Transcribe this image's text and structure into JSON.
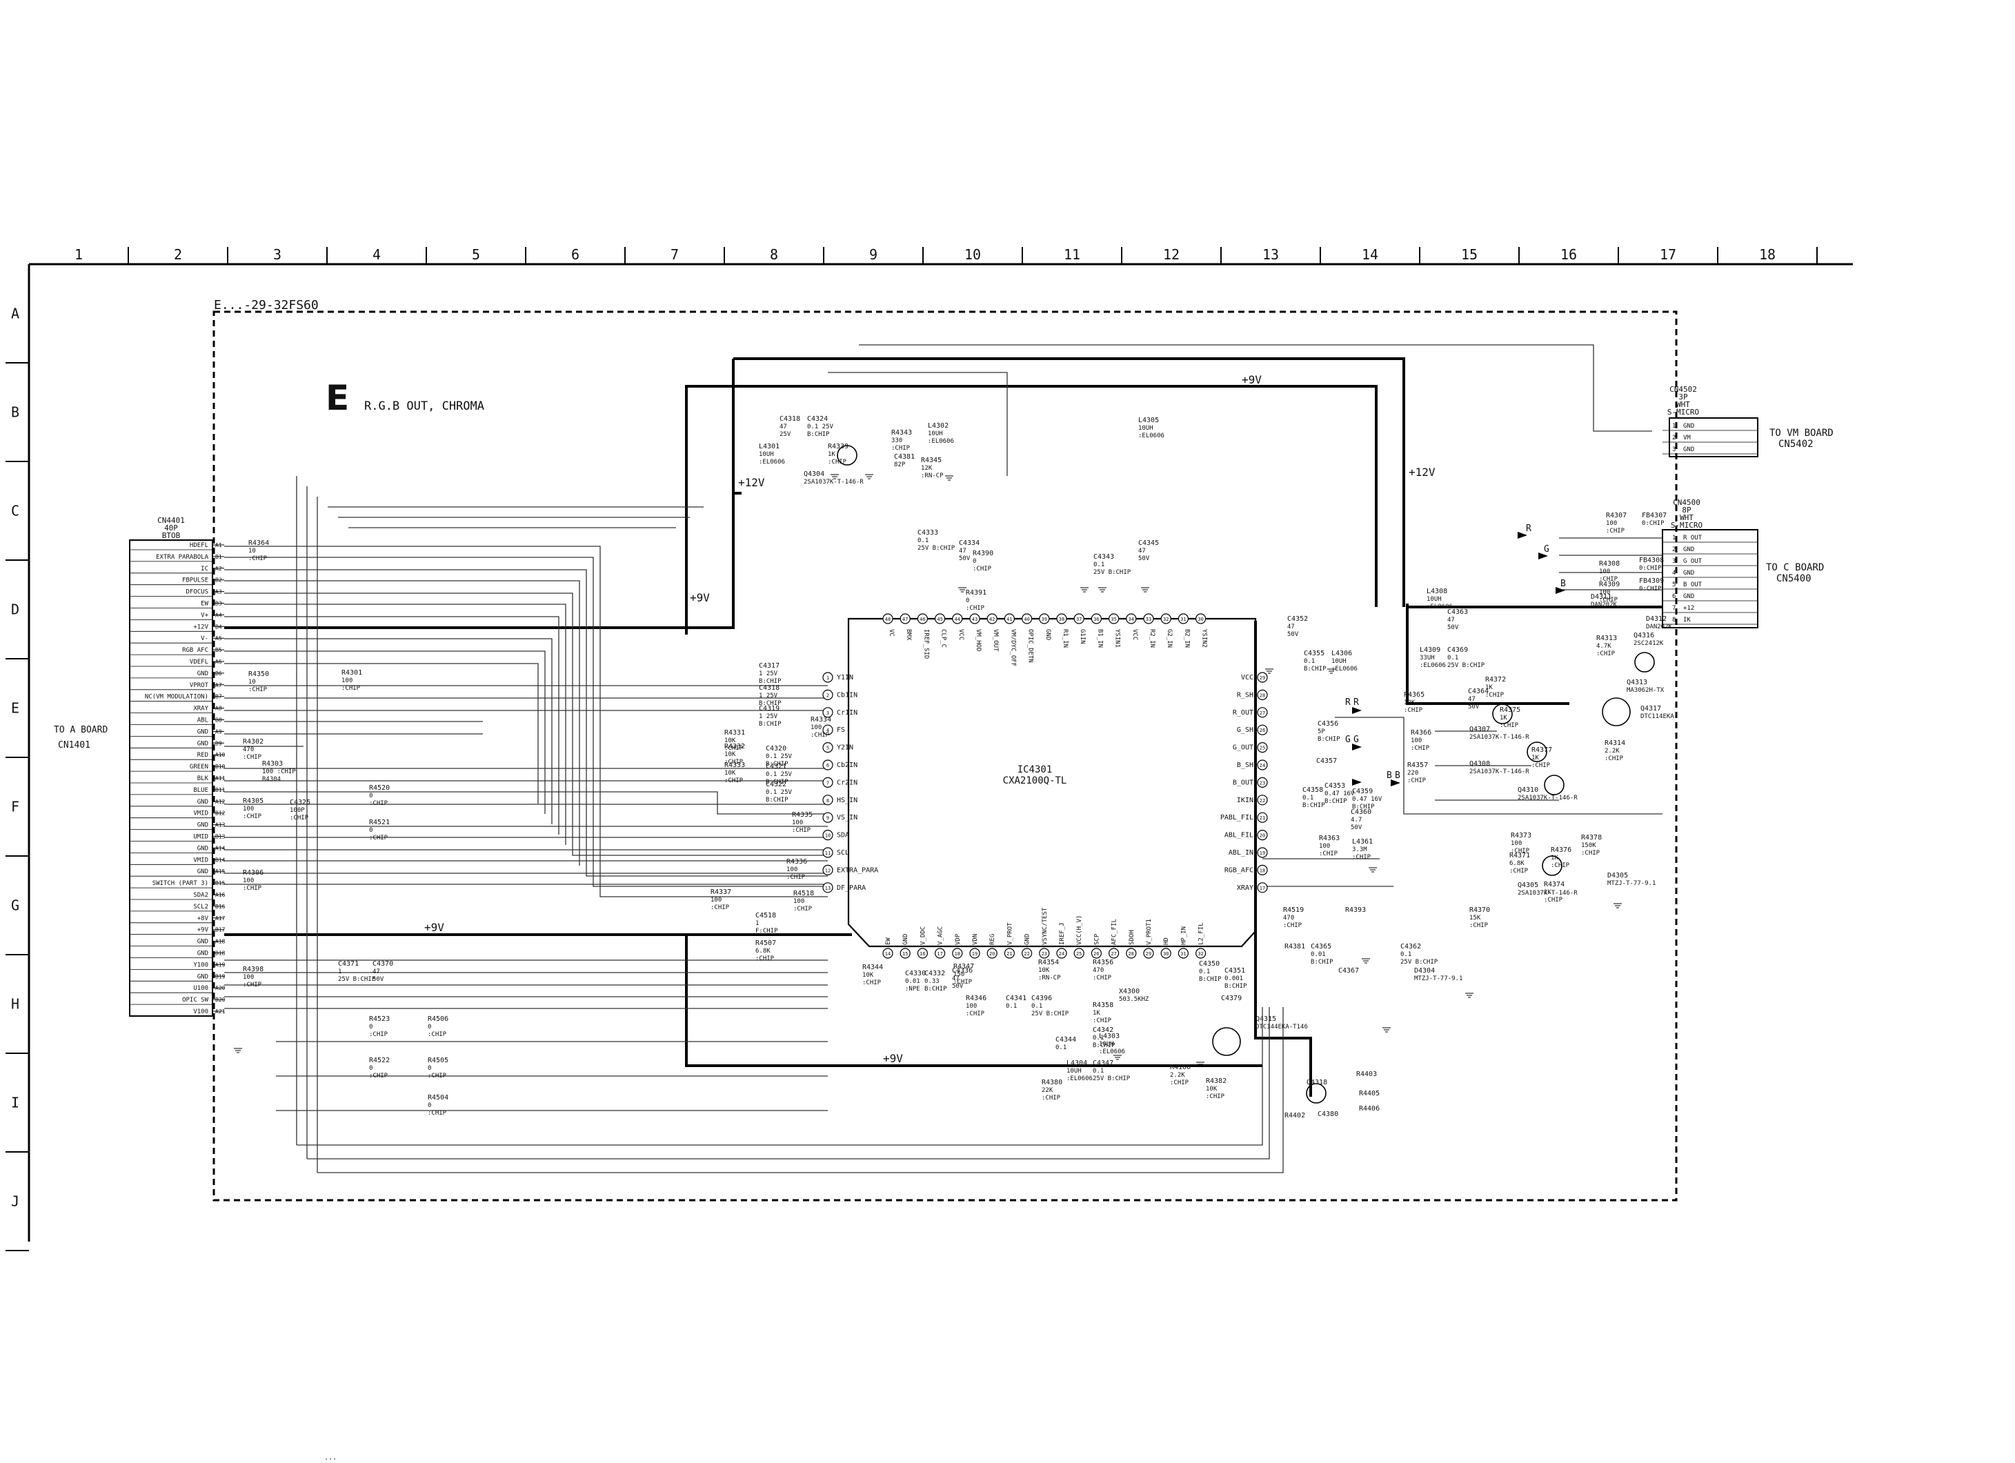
{
  "grid": {
    "columns": [
      "1",
      "2",
      "3",
      "4",
      "5",
      "6",
      "7",
      "8",
      "9",
      "10",
      "11",
      "12",
      "13",
      "14",
      "15",
      "16",
      "17",
      "18"
    ],
    "rows": [
      "A",
      "B",
      "C",
      "D",
      "E",
      "F",
      "G",
      "H",
      "I",
      "J"
    ]
  },
  "model_label": "E...-29-32FS60",
  "section": {
    "letter": "E",
    "title": "R.G.B OUT, CHROMA"
  },
  "connectors": {
    "cn4401": {
      "ref": "CN4401",
      "spec": "40P",
      "type": "BTOB",
      "pins": [
        {
          "pin": "A1",
          "signal": "HDEFL"
        },
        {
          "pin": "B1",
          "signal": "EXTRA PARABOLA"
        },
        {
          "pin": "A2",
          "signal": "IC"
        },
        {
          "pin": "B2",
          "signal": "FBPULSE"
        },
        {
          "pin": "A3",
          "signal": "DFOCUS"
        },
        {
          "pin": "B3",
          "signal": "EW"
        },
        {
          "pin": "A4",
          "signal": "V+"
        },
        {
          "pin": "B4",
          "signal": "+12V"
        },
        {
          "pin": "A5",
          "signal": "V-"
        },
        {
          "pin": "B5",
          "signal": "RGB AFC"
        },
        {
          "pin": "A6",
          "signal": "VDEFL"
        },
        {
          "pin": "B6",
          "signal": "GND"
        },
        {
          "pin": "A7",
          "signal": "VPROT"
        },
        {
          "pin": "B7",
          "signal": "NC(VM MODULATION)"
        },
        {
          "pin": "A8",
          "signal": "XRAY"
        },
        {
          "pin": "B8",
          "signal": "ABL"
        },
        {
          "pin": "A9",
          "signal": "GND"
        },
        {
          "pin": "B9",
          "signal": "GND"
        },
        {
          "pin": "A10",
          "signal": "RED"
        },
        {
          "pin": "B10",
          "signal": "GREEN"
        },
        {
          "pin": "A11",
          "signal": "BLK"
        },
        {
          "pin": "B11",
          "signal": "BLUE"
        },
        {
          "pin": "A12",
          "signal": "GND"
        },
        {
          "pin": "B12",
          "signal": "VMID"
        },
        {
          "pin": "A13",
          "signal": "GND"
        },
        {
          "pin": "B13",
          "signal": "UMID"
        },
        {
          "pin": "A14",
          "signal": "GND"
        },
        {
          "pin": "B14",
          "signal": "VMID"
        },
        {
          "pin": "A15",
          "signal": "GND"
        },
        {
          "pin": "B15",
          "signal": "SWITCH (PART 3)"
        },
        {
          "pin": "A16",
          "signal": "SDA2"
        },
        {
          "pin": "B16",
          "signal": "SCL2"
        },
        {
          "pin": "A17",
          "signal": "+8V"
        },
        {
          "pin": "B17",
          "signal": "+9V"
        },
        {
          "pin": "A18",
          "signal": "GND"
        },
        {
          "pin": "B18",
          "signal": "GND"
        },
        {
          "pin": "A19",
          "signal": "Y100"
        },
        {
          "pin": "B19",
          "signal": "GND"
        },
        {
          "pin": "A20",
          "signal": "U100"
        },
        {
          "pin": "B20",
          "signal": "OPIC SW"
        },
        {
          "pin": "A21",
          "signal": "V100"
        }
      ],
      "to_label_1": "TO A BOARD",
      "to_label_2": "CN1401"
    },
    "cn4502": {
      "ref": "CN4502",
      "spec": "3P",
      "color": "WHT",
      "type": "S-MICRO",
      "pins": [
        {
          "pin": "1",
          "signal": "GND"
        },
        {
          "pin": "2",
          "signal": "VM"
        },
        {
          "pin": "3",
          "signal": "GND"
        }
      ],
      "to_label_1": "TO VM BOARD",
      "to_label_2": "CN5402"
    },
    "cn4500": {
      "ref": "CN4500",
      "spec": "8P",
      "color": "WHT",
      "type": "S-MICRO",
      "pins": [
        {
          "pin": "1",
          "signal": "R OUT"
        },
        {
          "pin": "2",
          "signal": "GND"
        },
        {
          "pin": "3",
          "signal": "G OUT"
        },
        {
          "pin": "4",
          "signal": "GND"
        },
        {
          "pin": "5",
          "signal": "B OUT"
        },
        {
          "pin": "6",
          "signal": "GND"
        },
        {
          "pin": "7",
          "signal": "+12"
        },
        {
          "pin": "8",
          "signal": "IK"
        }
      ],
      "to_label_1": "TO C BOARD",
      "to_label_2": "CN5400"
    }
  },
  "ic": {
    "ref": "IC4301",
    "part": "CXA2100Q-TL",
    "top_pins": [
      {
        "n": "48",
        "name": "VC"
      },
      {
        "n": "47",
        "name": "BMX"
      },
      {
        "n": "46",
        "name": "IREF_SID"
      },
      {
        "n": "45",
        "name": "CLP_C"
      },
      {
        "n": "44",
        "name": "VCC"
      },
      {
        "n": "43",
        "name": "VM_HOD"
      },
      {
        "n": "42",
        "name": "VM_OUT"
      },
      {
        "n": "41",
        "name": "VM/DYC_OFF"
      },
      {
        "n": "40",
        "name": "OPIC_DETN"
      },
      {
        "n": "39",
        "name": "GND"
      },
      {
        "n": "38",
        "name": "R1_IN"
      },
      {
        "n": "37",
        "name": "G1IN"
      },
      {
        "n": "36",
        "name": "B1_IN"
      },
      {
        "n": "35",
        "name": "YSIN1"
      },
      {
        "n": "34",
        "name": "VCC"
      },
      {
        "n": "33",
        "name": "R2_IN"
      },
      {
        "n": "32",
        "name": "G2_IN"
      },
      {
        "n": "31",
        "name": "B2_IN"
      },
      {
        "n": "30",
        "name": "YSIN2"
      }
    ],
    "left_pins": [
      {
        "n": "1",
        "name": "Y1IN"
      },
      {
        "n": "2",
        "name": "Cb1IN"
      },
      {
        "n": "3",
        "name": "Cr1IN"
      },
      {
        "n": "4",
        "name": "FS"
      },
      {
        "n": "5",
        "name": "Y2IN"
      },
      {
        "n": "6",
        "name": "Cb2IN"
      },
      {
        "n": "7",
        "name": "Cr2IN"
      },
      {
        "n": "8",
        "name": "HS_IN"
      },
      {
        "n": "9",
        "name": "VS_IN"
      },
      {
        "n": "10",
        "name": "SDA"
      },
      {
        "n": "11",
        "name": "SCL"
      },
      {
        "n": "12",
        "name": "EXTRA_PARA"
      },
      {
        "n": "13",
        "name": "DF_PARA"
      }
    ],
    "right_pins": [
      {
        "n": "29",
        "name": "VCC"
      },
      {
        "n": "28",
        "name": "R_SH"
      },
      {
        "n": "27",
        "name": "R_OUT"
      },
      {
        "n": "26",
        "name": "G_SH"
      },
      {
        "n": "25",
        "name": "G_OUT"
      },
      {
        "n": "24",
        "name": "B_SH"
      },
      {
        "n": "23",
        "name": "B_OUT"
      },
      {
        "n": "22",
        "name": "IKIN"
      },
      {
        "n": "21",
        "name": "PABL_FIL"
      },
      {
        "n": "20",
        "name": "ABL_FIL"
      },
      {
        "n": "19",
        "name": "ABL_IN"
      },
      {
        "n": "18",
        "name": "RGB_AFC"
      },
      {
        "n": "17",
        "name": "XRAY"
      }
    ],
    "bottom_pins": [
      {
        "n": "14",
        "name": "EW"
      },
      {
        "n": "15",
        "name": "GND"
      },
      {
        "n": "16",
        "name": "V_DDC"
      },
      {
        "n": "17",
        "name": "V_AGC"
      },
      {
        "n": "18",
        "name": "VDP"
      },
      {
        "n": "19",
        "name": "VDN"
      },
      {
        "n": "20",
        "name": "REG"
      },
      {
        "n": "21",
        "name": "V_PROT"
      },
      {
        "n": "22",
        "name": "GND"
      },
      {
        "n": "23",
        "name": "VSYNC/TEST"
      },
      {
        "n": "24",
        "name": "IREF_J"
      },
      {
        "n": "25",
        "name": "VCC(H_V)"
      },
      {
        "n": "26",
        "name": "SCP"
      },
      {
        "n": "27",
        "name": "AFC_FIL"
      },
      {
        "n": "28",
        "name": "SDOH"
      },
      {
        "n": "29",
        "name": "V_PROT1"
      },
      {
        "n": "30",
        "name": "HD"
      },
      {
        "n": "31",
        "name": "HP_IN"
      },
      {
        "n": "32",
        "name": "L2_FIL"
      }
    ]
  },
  "rails": [
    {
      "id": "rail-9v-top",
      "label": "+9V"
    },
    {
      "id": "rail-12v-left",
      "label": "+12V"
    },
    {
      "id": "rail-12v-right",
      "label": "+12V"
    },
    {
      "id": "rail-9v-left",
      "label": "+9V"
    },
    {
      "id": "rail-9v-mid",
      "label": "+9V"
    },
    {
      "id": "rail-9v-bottom",
      "label": "+9V"
    }
  ],
  "components": [
    {
      "ref": "R4364",
      "v1": "10",
      "v2": ":CHIP"
    },
    {
      "ref": "R4350",
      "v1": "10",
      "v2": ":CHIP"
    },
    {
      "ref": "R4301",
      "v1": "100",
      "v2": ":CHIP"
    },
    {
      "ref": "R4302",
      "v1": "470",
      "v2": ":CHIP"
    },
    {
      "ref": "R4303",
      "v1": "100 :CHIP",
      "v2": "R4304"
    },
    {
      "ref": "R4305",
      "v1": "100",
      "v2": ":CHIP"
    },
    {
      "ref": "C4325",
      "v1": "100P",
      "v2": ":CHIP"
    },
    {
      "ref": "R4520",
      "v1": "0",
      "v2": ":CHIP"
    },
    {
      "ref": "R4521",
      "v1": "0",
      "v2": ":CHIP"
    },
    {
      "ref": "R4306",
      "v1": "100",
      "v2": ":CHIP"
    },
    {
      "ref": "R4398",
      "v1": "100",
      "v2": ":CHIP"
    },
    {
      "ref": "C4371",
      "v1": "1",
      "v2": "25V B:CHIP"
    },
    {
      "ref": "C4370",
      "v1": "47",
      "v2": "50V"
    },
    {
      "ref": "R4523",
      "v1": "0",
      "v2": ":CHIP"
    },
    {
      "ref": "R4522",
      "v1": "0",
      "v2": ":CHIP"
    },
    {
      "ref": "R4506",
      "v1": "0",
      "v2": ":CHIP"
    },
    {
      "ref": "R4505",
      "v1": "0",
      "v2": ":CHIP"
    },
    {
      "ref": "R4504",
      "v1": "0",
      "v2": ":CHIP"
    },
    {
      "ref": "C4318",
      "v1": "47",
      "v2": "25V"
    },
    {
      "ref": "C4324",
      "v1": "0.1 25V",
      "v2": "B:CHIP"
    },
    {
      "ref": "L4301",
      "v1": "10UH",
      "v2": ":EL0606"
    },
    {
      "ref": "R4339",
      "v1": "1K",
      "v2": ":CHIP"
    },
    {
      "ref": "R4343",
      "v1": "330",
      "v2": ":CHIP"
    },
    {
      "ref": "C4381",
      "v1": "82P",
      "v2": ""
    },
    {
      "ref": "R4345",
      "v1": "12K",
      "v2": ":RN-CP"
    },
    {
      "ref": "L4302",
      "v1": "10UH",
      "v2": ":EL0606"
    },
    {
      "ref": "Q4304",
      "v1": "2SA1037K-T-146-R",
      "v2": ""
    },
    {
      "ref": "L4305",
      "v1": "10UH",
      "v2": ":EL0606"
    },
    {
      "ref": "C4333",
      "v1": "0.1",
      "v2": "25V B:CHIP"
    },
    {
      "ref": "C4334",
      "v1": "47",
      "v2": "50V"
    },
    {
      "ref": "C4345",
      "v1": "47",
      "v2": "50V"
    },
    {
      "ref": "C4343",
      "v1": "0.1",
      "v2": "25V B:CHIP"
    },
    {
      "ref": "R4390",
      "v1": "0",
      "v2": ":CHIP"
    },
    {
      "ref": "R4391",
      "v1": "0",
      "v2": ":CHIP"
    },
    {
      "ref": "C4317",
      "v1": "1 25V",
      "v2": "B:CHIP"
    },
    {
      "ref": "C4318",
      "v1": "1 25V",
      "v2": "B:CHIP"
    },
    {
      "ref": "C4319",
      "v1": "1 25V",
      "v2": "B:CHIP"
    },
    {
      "ref": "R4334",
      "v1": "100",
      "v2": ":CHIP"
    },
    {
      "ref": "R4331",
      "v1": "10K",
      "v2": ":CHIP"
    },
    {
      "ref": "R4332",
      "v1": "10K",
      "v2": ":CHIP"
    },
    {
      "ref": "R4333",
      "v1": "10K",
      "v2": ":CHIP"
    },
    {
      "ref": "C4320",
      "v1": "0.1 25V",
      "v2": "B:CHIP"
    },
    {
      "ref": "C4321",
      "v1": "0.1 25V",
      "v2": "B:CHIP"
    },
    {
      "ref": "C4322",
      "v1": "0.1 25V",
      "v2": "B:CHIP"
    },
    {
      "ref": "R4335",
      "v1": "100",
      "v2": ":CHIP"
    },
    {
      "ref": "R4336",
      "v1": "100",
      "v2": ":CHIP"
    },
    {
      "ref": "R4337",
      "v1": "100",
      "v2": ":CHIP"
    },
    {
      "ref": "R4518",
      "v1": "100",
      "v2": ":CHIP"
    },
    {
      "ref": "C4518",
      "v1": "1",
      "v2": "F:CHIP"
    },
    {
      "ref": "R4507",
      "v1": "6.8K",
      "v2": ":CHIP"
    },
    {
      "ref": "R4344",
      "v1": "10K",
      "v2": ":CHIP"
    },
    {
      "ref": "C4330",
      "v1": "0.01",
      "v2": ":NPE"
    },
    {
      "ref": "C4332",
      "v1": "0.33",
      "v2": "B:CHIP"
    },
    {
      "ref": "R4347",
      "v1": "150",
      "v2": ":CHIP"
    },
    {
      "ref": "C4336",
      "v1": "47",
      "v2": "50V"
    },
    {
      "ref": "R4346",
      "v1": "100",
      "v2": ":CHIP"
    },
    {
      "ref": "R4354",
      "v1": "10K",
      "v2": ":RN-CP"
    },
    {
      "ref": "C4341",
      "v1": "0.1",
      "v2": ""
    },
    {
      "ref": "C4396",
      "v1": "0.1",
      "v2": "25V B:CHIP"
    },
    {
      "ref": "R4356",
      "v1": "470",
      "v2": ":CHIP"
    },
    {
      "ref": "X4300",
      "v1": "503.5KHZ",
      "v2": ""
    },
    {
      "ref": "R4358",
      "v1": "1K",
      "v2": ":CHIP"
    },
    {
      "ref": "C4342",
      "v1": "0.1",
      "v2": "B:CHIP"
    },
    {
      "ref": "C4344",
      "v1": "0.1",
      "v2": ""
    },
    {
      "ref": "L4303",
      "v1": "10UH",
      "v2": ":EL0606"
    },
    {
      "ref": "L4304",
      "v1": "10UH",
      "v2": ":EL0606"
    },
    {
      "ref": "C4347",
      "v1": "0.1",
      "v2": "25V B:CHIP"
    },
    {
      "ref": "R4380",
      "v1": "22K",
      "v2": ":CHIP"
    },
    {
      "ref": "R4382",
      "v1": "10K",
      "v2": ":CHIP"
    },
    {
      "ref": "R4100",
      "v1": "2.2K",
      "v2": ":CHIP"
    },
    {
      "ref": "C4350",
      "v1": "0.1",
      "v2": "B:CHIP"
    },
    {
      "ref": "C4351",
      "v1": "0.001",
      "v2": "B:CHIP"
    },
    {
      "ref": "C4379",
      "v1": "",
      "v2": ""
    },
    {
      "ref": "Q4315",
      "v1": "DTC144EKA-T146",
      "v2": ""
    },
    {
      "ref": "C4352",
      "v1": "47",
      "v2": "50V"
    },
    {
      "ref": "C4355",
      "v1": "0.1",
      "v2": "B:CHIP"
    },
    {
      "ref": "L4306",
      "v1": "10UH",
      "v2": ":EL0606"
    },
    {
      "ref": "C4356",
      "v1": "5P",
      "v2": "B:CHIP"
    },
    {
      "ref": "C4357",
      "v1": "",
      "v2": ""
    },
    {
      "ref": "C4358",
      "v1": "0.1",
      "v2": "B:CHIP"
    },
    {
      "ref": "C4353",
      "v1": "0.47 16V",
      "v2": "B:CHIP"
    },
    {
      "ref": "C4359",
      "v1": "0.47 16V",
      "v2": "B:CHIP"
    },
    {
      "ref": "C4360",
      "v1": "4.7",
      "v2": "50V"
    },
    {
      "ref": "R4363",
      "v1": "100",
      "v2": ":CHIP"
    },
    {
      "ref": "L4361",
      "v1": "3.3M",
      "v2": ":CHIP"
    },
    {
      "ref": "R4519",
      "v1": "470",
      "v2": ":CHIP"
    },
    {
      "ref": "R4393",
      "v1": "",
      "v2": ""
    },
    {
      "ref": "R4381",
      "v1": "",
      "v2": ""
    },
    {
      "ref": "C4365",
      "v1": "0.01",
      "v2": "B:CHIP"
    },
    {
      "ref": "C4367",
      "v1": "",
      "v2": ""
    },
    {
      "ref": "R4403",
      "v1": "",
      "v2": ""
    },
    {
      "ref": "R4405",
      "v1": "",
      "v2": ""
    },
    {
      "ref": "R4406",
      "v1": "",
      "v2": ""
    },
    {
      "ref": "Q4318",
      "v1": "",
      "v2": ""
    },
    {
      "ref": "R4402",
      "v1": "",
      "v2": ""
    },
    {
      "ref": "C4380",
      "v1": "",
      "v2": ""
    },
    {
      "ref": "C4362",
      "v1": "0.1",
      "v2": "25V B:CHIP"
    },
    {
      "ref": "D4304",
      "v1": "MTZJ-T-77-9.1",
      "v2": ""
    },
    {
      "ref": "R4370",
      "v1": "15K",
      "v2": ":CHIP"
    },
    {
      "ref": "L4308",
      "v1": "10UH",
      "v2": ":EL0606"
    },
    {
      "ref": "C4363",
      "v1": "47",
      "v2": "50V"
    },
    {
      "ref": "L4309",
      "v1": "33UH",
      "v2": ":EL0606"
    },
    {
      "ref": "C4369",
      "v1": "0.1",
      "v2": "25V B:CHIP"
    },
    {
      "ref": "R4372",
      "v1": "1K",
      "v2": ":CHIP"
    },
    {
      "ref": "C4364",
      "v1": "47",
      "v2": "50V"
    },
    {
      "ref": "R4365",
      "v1": "10K",
      "v2": ":CHIP"
    },
    {
      "ref": "R4366",
      "v1": "100",
      "v2": ":CHIP"
    },
    {
      "ref": "Q4307",
      "v1": "2SA1037K-T-146-R",
      "v2": ""
    },
    {
      "ref": "R4375",
      "v1": "1K",
      "v2": ":CHIP"
    },
    {
      "ref": "Q4308",
      "v1": "2SA1037K-T-146-R",
      "v2": ""
    },
    {
      "ref": "R4377",
      "v1": "1K",
      "v2": ":CHIP"
    },
    {
      "ref": "R4357",
      "v1": "220",
      "v2": ":CHIP"
    },
    {
      "ref": "Q4310",
      "v1": "2SA1037K-T-146-R",
      "v2": ""
    },
    {
      "ref": "R4373",
      "v1": "100",
      "v2": ":CHIP"
    },
    {
      "ref": "R4371",
      "v1": "6.8K",
      "v2": ":CHIP"
    },
    {
      "ref": "R4376",
      "v1": "1K",
      "v2": ":CHIP"
    },
    {
      "ref": "R4378",
      "v1": "150K",
      "v2": ":CHIP"
    },
    {
      "ref": "Q4305",
      "v1": "2SA1037K-T-146-R",
      "v2": ""
    },
    {
      "ref": "R4374",
      "v1": "1K",
      "v2": ":CHIP"
    },
    {
      "ref": "D4305",
      "v1": "MTZJ-T-77-9.1",
      "v2": ""
    },
    {
      "ref": "R4307",
      "v1": "100",
      "v2": ":CHIP"
    },
    {
      "ref": "FB4307",
      "v1": "0:CHIP",
      "v2": ""
    },
    {
      "ref": "R4308",
      "v1": "100",
      "v2": ":CHIP"
    },
    {
      "ref": "FB4308",
      "v1": "0:CHIP",
      "v2": ""
    },
    {
      "ref": "R4309",
      "v1": "100",
      "v2": ":CHIP"
    },
    {
      "ref": "FB4309",
      "v1": "0:CHIP",
      "v2": ""
    },
    {
      "ref": "D4311",
      "v1": "DAN202K",
      "v2": ""
    },
    {
      "ref": "D4312",
      "v1": "DAN202K",
      "v2": ""
    },
    {
      "ref": "R4313",
      "v1": "4.7K",
      "v2": ":CHIP"
    },
    {
      "ref": "Q4316",
      "v1": "2SC2412K",
      "v2": ""
    },
    {
      "ref": "Q4313",
      "v1": "MA3062H-TX",
      "v2": ""
    },
    {
      "ref": "R4314",
      "v1": "2.2K",
      "v2": ":CHIP"
    },
    {
      "ref": "Q4317",
      "v1": "DTC114EKA",
      "v2": ""
    }
  ],
  "color_signals": [
    {
      "id": "sig-r-a",
      "label": "R"
    },
    {
      "id": "sig-g-a",
      "label": "G"
    },
    {
      "id": "sig-b-a",
      "label": "B"
    },
    {
      "id": "sig-r-b",
      "label": "R"
    },
    {
      "id": "sig-g-b",
      "label": "G"
    },
    {
      "id": "sig-b-b",
      "label": "B"
    },
    {
      "id": "sig-r-c",
      "label": "R"
    },
    {
      "id": "sig-g-c",
      "label": "G"
    },
    {
      "id": "sig-b-c",
      "label": "B"
    }
  ],
  "misc_labels": [
    {
      "id": "dot-mark",
      "label": "..."
    }
  ]
}
